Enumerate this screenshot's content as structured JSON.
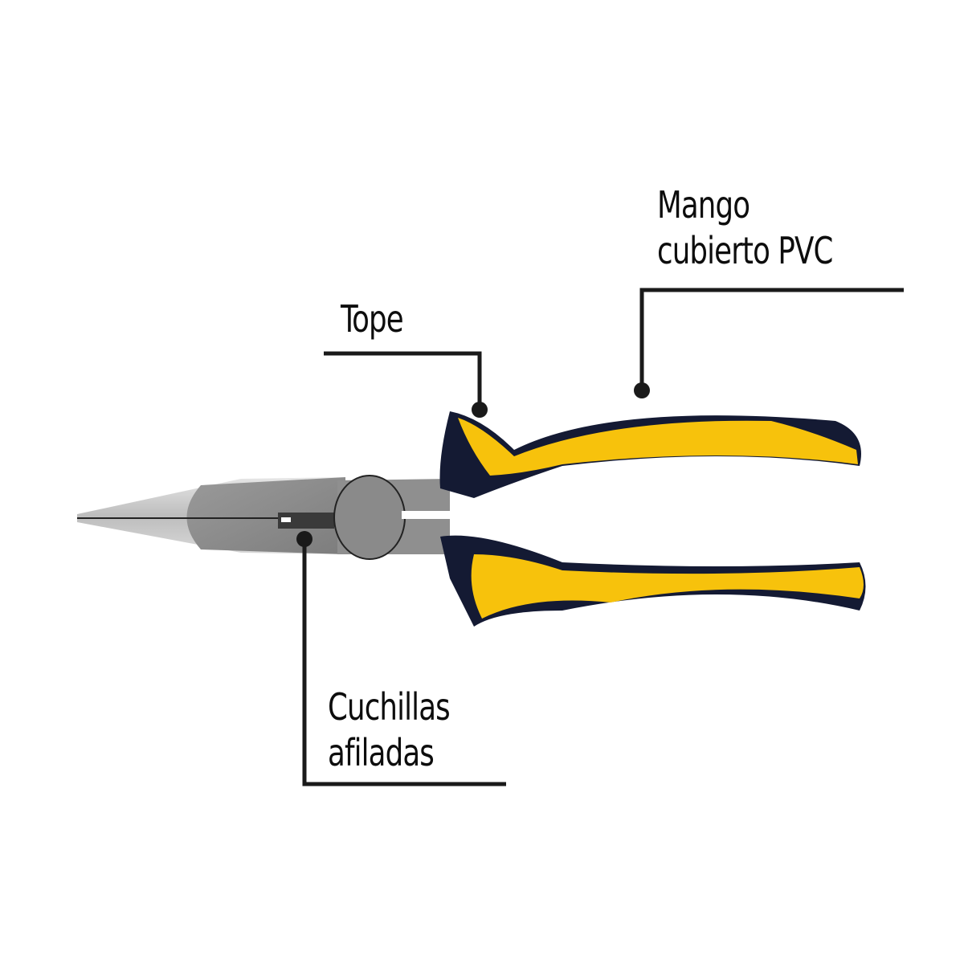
{
  "diagram": {
    "subject": "Long-nose pliers with PVC-covered handles",
    "colors": {
      "background": "#ffffff",
      "text": "#0d0d0d",
      "leader_line": "#1a1a1a",
      "handle_yellow": "#f7c20c",
      "handle_navy": "#141a33",
      "steel_light": "#c8c8c8",
      "steel_dark": "#8a8a8a"
    },
    "callouts": [
      {
        "id": "mango",
        "lines": [
          "Mango",
          "cubierto PVC"
        ]
      },
      {
        "id": "tope",
        "lines": [
          "Tope"
        ]
      },
      {
        "id": "cuchillas",
        "lines": [
          "Cuchillas",
          "afiladas"
        ]
      }
    ]
  }
}
